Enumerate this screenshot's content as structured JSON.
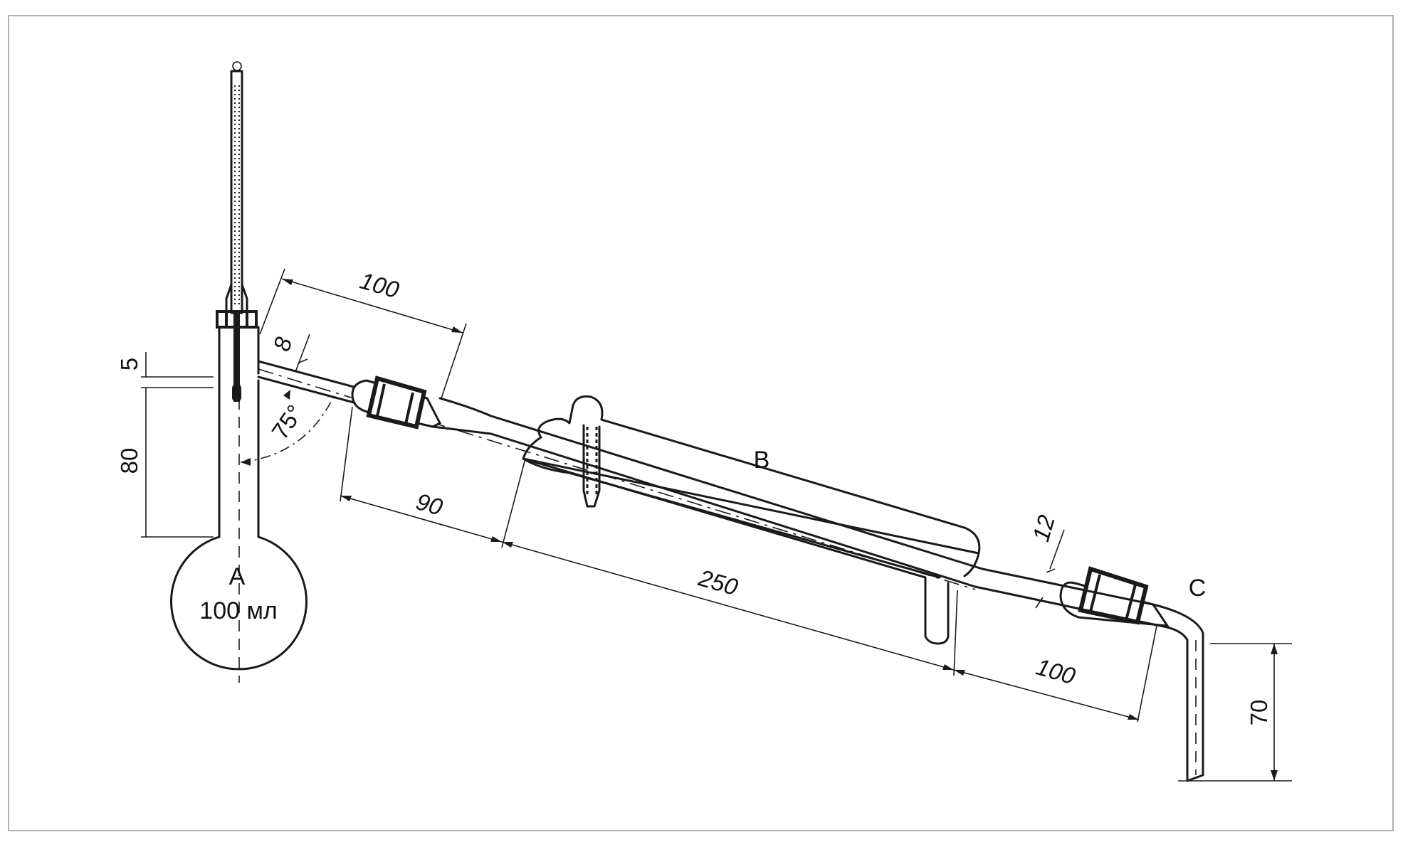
{
  "labels": {
    "flask_letter": "A",
    "flask_volume": "100 мл",
    "condenser_letter": "B",
    "outlet_letter": "C"
  },
  "dimensions": {
    "d100_top": "100",
    "d8": "8",
    "d5": "5",
    "d80": "80",
    "angle": "75°",
    "d90": "90",
    "d250": "250",
    "d12": "12",
    "d100_bottom": "100",
    "d70": "70"
  },
  "colors": {
    "ink": "#1a1a1a",
    "background": "#ffffff",
    "frame": "#b0b0b0"
  }
}
